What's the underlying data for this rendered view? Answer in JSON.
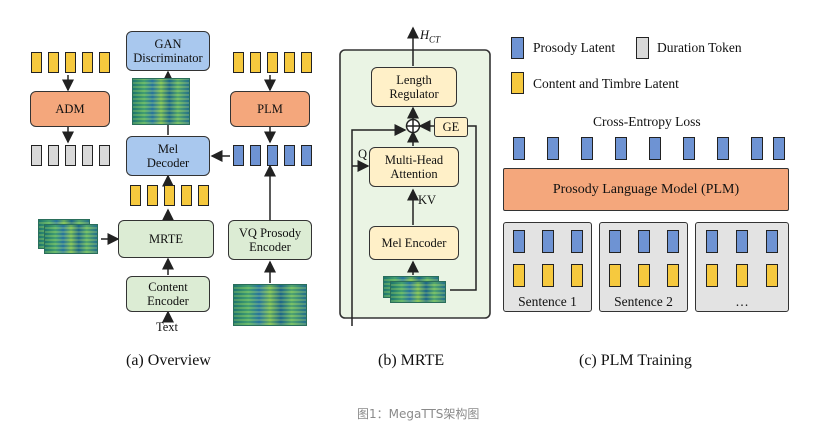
{
  "overview": {
    "adm": "ADM",
    "gan": [
      "GAN",
      "Discriminator"
    ],
    "mel_decoder": [
      "Mel",
      "Decoder"
    ],
    "plm": "PLM",
    "mrte": "MRTE",
    "vq": [
      "VQ Prosody",
      "Encoder"
    ],
    "content_encoder": [
      "Content",
      "Encoder"
    ],
    "text": "Text",
    "caption": "(a) Overview"
  },
  "mrte_detail": {
    "output": "H_CT",
    "length_regulator": [
      "Length",
      "Regulator"
    ],
    "ge": "GE",
    "q": "Q",
    "kv": "KV",
    "attention": [
      "Multi-Head",
      "Attention"
    ],
    "mel_encoder": "Mel Encoder",
    "caption": "(b) MRTE"
  },
  "plm_training": {
    "legend": {
      "prosody": "Prosody Latent",
      "duration": "Duration Token",
      "content": "Content and Timbre Latent"
    },
    "loss": "Cross-Entropy Loss",
    "plm_box": "Prosody Language Model (PLM)",
    "sentences": [
      "Sentence 1",
      "Sentence 2",
      "…"
    ],
    "caption": "(c) PLM Training"
  },
  "figure_caption": "图1：MegaTTS架构图",
  "colors": {
    "orange": "#f4a77c",
    "blue": "#a9c8ee",
    "green": "#dcecd4",
    "cream": "#fff0c8",
    "yellow_token": "#f6c93e",
    "blue_token": "#6e93d3",
    "gray_token": "#d9d9d9"
  }
}
